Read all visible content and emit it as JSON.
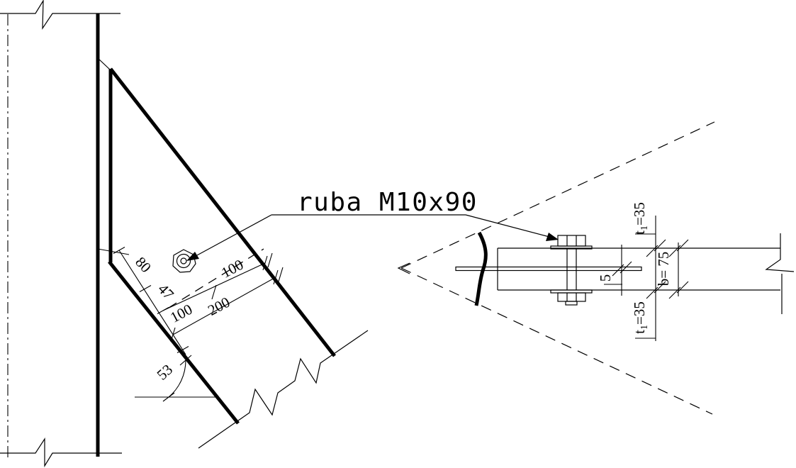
{
  "labels": {
    "bolt": "ruba M10x90",
    "d80": "80",
    "d47": "47",
    "d100a": "100",
    "d100b": "100",
    "d200": "200",
    "angle": "53",
    "plate": "5",
    "width": "b= 75",
    "t1": {
      "sym": "t",
      "sub": "1",
      "val": "=35"
    }
  },
  "colors": {
    "line": "#000000",
    "background": "#ffffff"
  }
}
